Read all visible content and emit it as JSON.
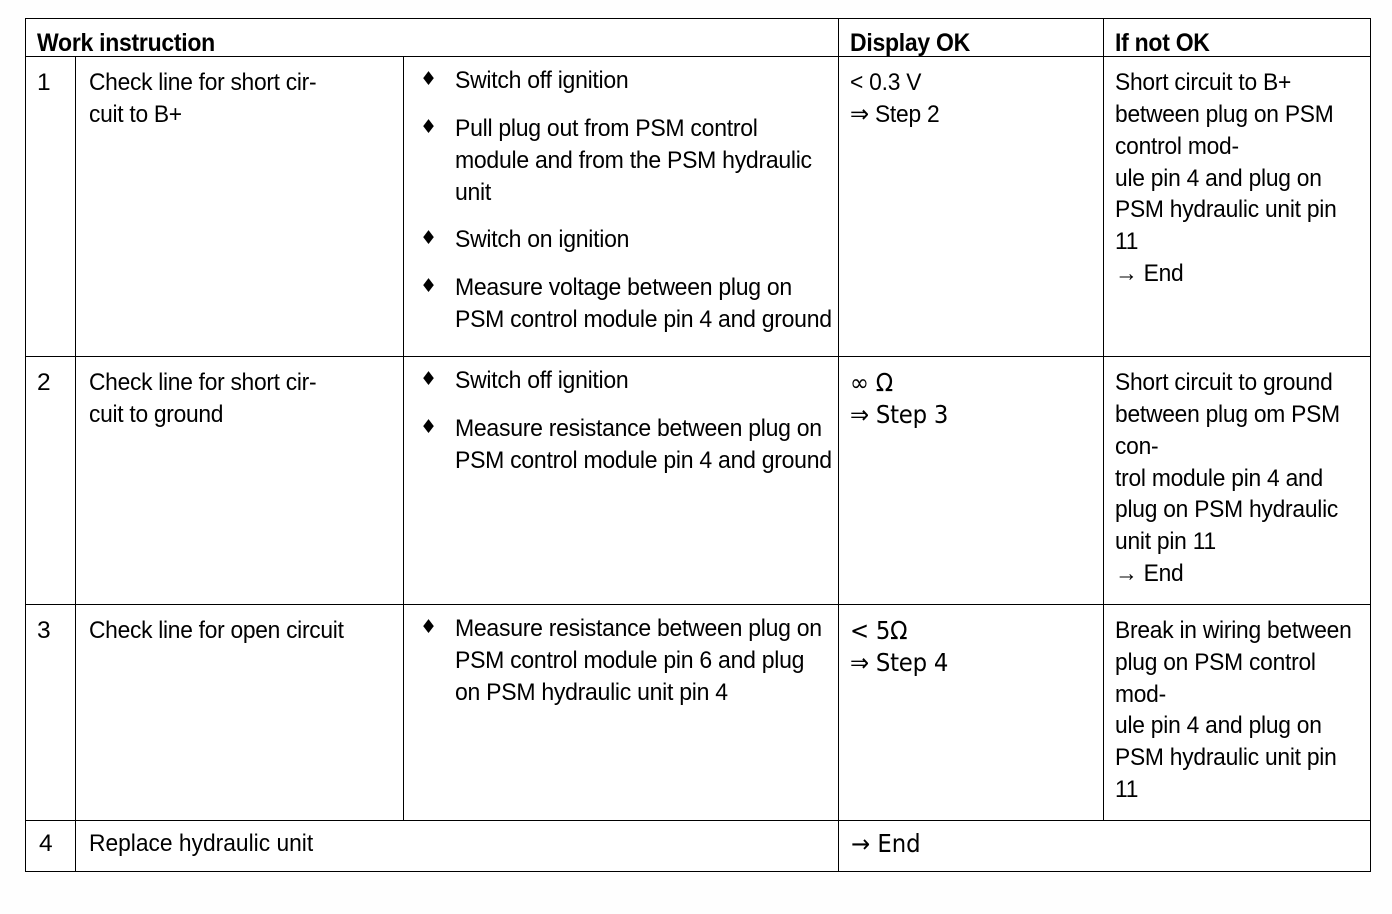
{
  "document": {
    "type": "diagnostic-procedure-table",
    "columns": {
      "work_instruction": "Work instruction",
      "display_ok": "Display OK",
      "if_not_ok": "If not OK"
    },
    "bullet_glyph": "♦",
    "rows": [
      {
        "number": "1",
        "task": "Check line for short cir-\ncuit to B+",
        "actions": [
          "Switch off ignition",
          "Pull plug out from PSM control module and from the PSM hydraulic unit",
          "Switch on ignition",
          "Measure voltage between plug on PSM control module pin 4 and ground"
        ],
        "display_ok": "< 0.3 V\n⇒ Step 2",
        "if_not_ok": "Short circuit to B+ between plug on PSM control mod-\nule pin 4 and plug on PSM hydraulic unit pin 11\n→ End"
      },
      {
        "number": "2",
        "task": "Check line for short cir-\ncuit to ground",
        "actions": [
          "Switch off ignition",
          "Measure resistance between plug on PSM control module pin 4 and ground"
        ],
        "display_ok": "∞ Ω\n⇒ Step 3",
        "if_not_ok": "Short circuit to ground between plug om PSM con-\ntrol module pin 4 and plug on PSM hydraulic unit pin 11\n→ End"
      },
      {
        "number": "3",
        "task": "Check line for open circuit",
        "actions": [
          "Measure resistance between plug on PSM control module pin 6 and plug on PSM hydraulic unit pin 4"
        ],
        "display_ok": "< 5Ω\n⇒ Step 4",
        "if_not_ok": "Break in wiring between plug on PSM control mod-\nule pin 4 and plug on PSM hydraulic unit pin 11"
      },
      {
        "number": "4",
        "task": "Replace hydraulic unit",
        "actions": [],
        "display_ok": "→ End",
        "if_not_ok": ""
      }
    ]
  }
}
